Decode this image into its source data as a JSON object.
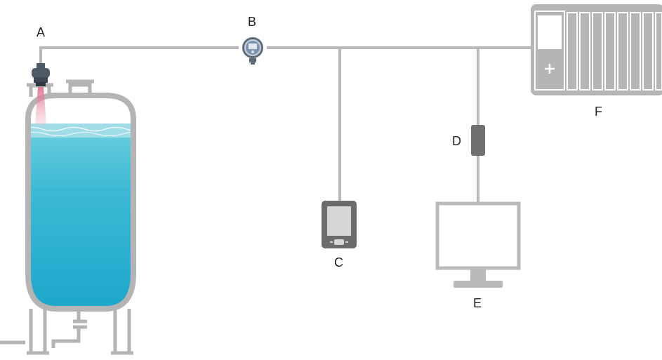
{
  "labels": {
    "a": "A",
    "b": "B",
    "c": "C",
    "d": "D",
    "e": "E",
    "f": "F"
  },
  "components": {
    "a": "radar-level-transmitter",
    "b": "field-display",
    "c": "handheld-terminal",
    "d": "modem",
    "e": "monitor",
    "f": "control-system"
  },
  "colors": {
    "pipe": "#b9b9b9",
    "tank_outline": "#b4b4b4",
    "liquid_top": "#5bc7d8",
    "liquid_bottom": "#1aa6c9",
    "sensor": "#4d5966",
    "beam": "#e58a9f",
    "device_dark": "#6b6b6b",
    "label": "#222222"
  }
}
